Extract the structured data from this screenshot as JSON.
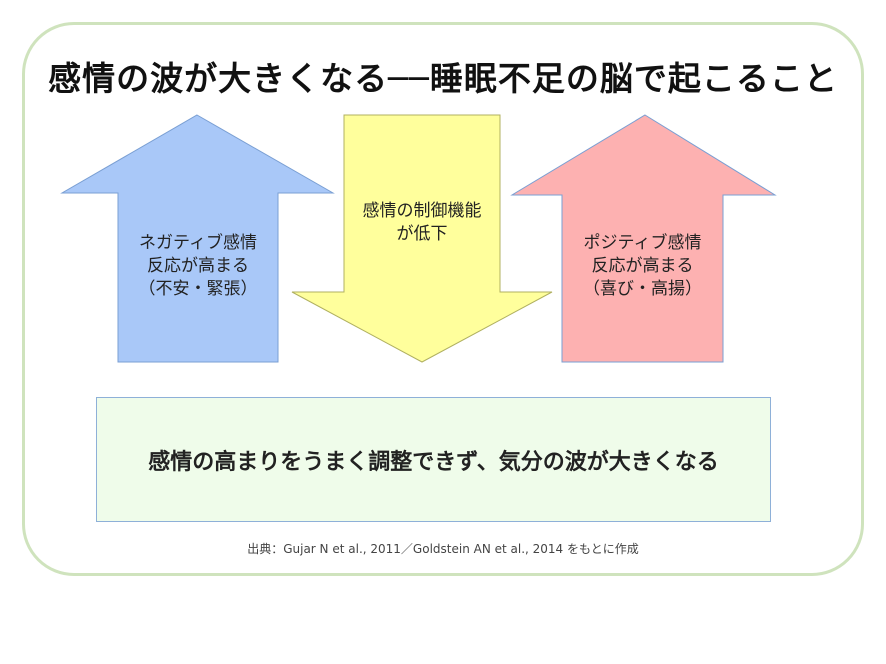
{
  "title": "感情の波が大きくなる──睡眠不足の脳で起こること",
  "arrows": {
    "negative": {
      "line1": "ネガティブ感情",
      "line2": "反応が高まる",
      "line3": "（不安・緊張）",
      "color": "#a9c8f8"
    },
    "control": {
      "line1": "感情の制御機能",
      "line2": "が低下",
      "color": "#ffff9c"
    },
    "positive": {
      "line1": "ポジティブ感情",
      "line2": "反応が高まる",
      "line3": "（喜び・高揚）",
      "color": "#fdb1b1"
    }
  },
  "result": "感情の高まりをうまく調整できず、気分の波が大きくなる",
  "source": "出典：Gujar N et al., 2011／Goldstein AN et al., 2014 をもとに作成"
}
